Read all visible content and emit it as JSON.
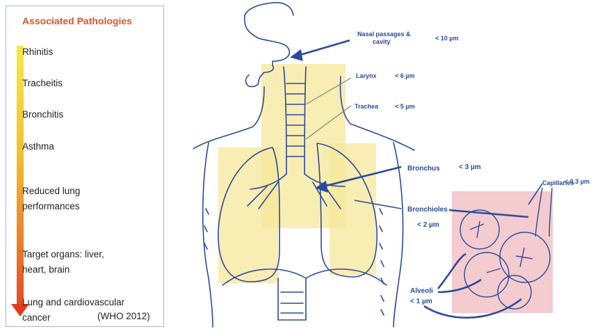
{
  "pathologies": {
    "title": "Associated Pathologies",
    "items": [
      {
        "label": "Rhinitis"
      },
      {
        "label": "Tracheitis"
      },
      {
        "label": "Bronchitis"
      },
      {
        "label": "Asthma"
      },
      {
        "label_line1": "Reduced lung",
        "label_line2": "performances"
      },
      {
        "label_line1": "Target organs: liver,",
        "label_line2": "heart, brain"
      },
      {
        "label_line1": "Lung and cardiovascular",
        "label_line2": "cancer"
      }
    ],
    "source": "(WHO 2012)"
  },
  "anatomy": {
    "nasal_line1": "Nasal passages &",
    "nasal_line2": "cavity",
    "nasal_size": "< 10 µm",
    "larynx": "Larynx",
    "larynx_size": "< 6 µm",
    "trachea": "Trachea",
    "trachea_size": "< 5 µm",
    "bronchus": "Bronchus",
    "bronchus_size": "< 3 µm",
    "bronchioles": "Bronchioles",
    "bronchioles_size": "< 2 µm",
    "capillaries": "Capillaries",
    "capillaries_size": "< 0.3 µm",
    "alveoli": "Alveoli",
    "alveoli_size": "< 1 µm"
  },
  "colors": {
    "highlight_yellow": "#f6e79a",
    "alveoli_pink": "#f2c2c6",
    "arrow_blue": "#2a4a9a",
    "title_red": "#e0552b"
  }
}
